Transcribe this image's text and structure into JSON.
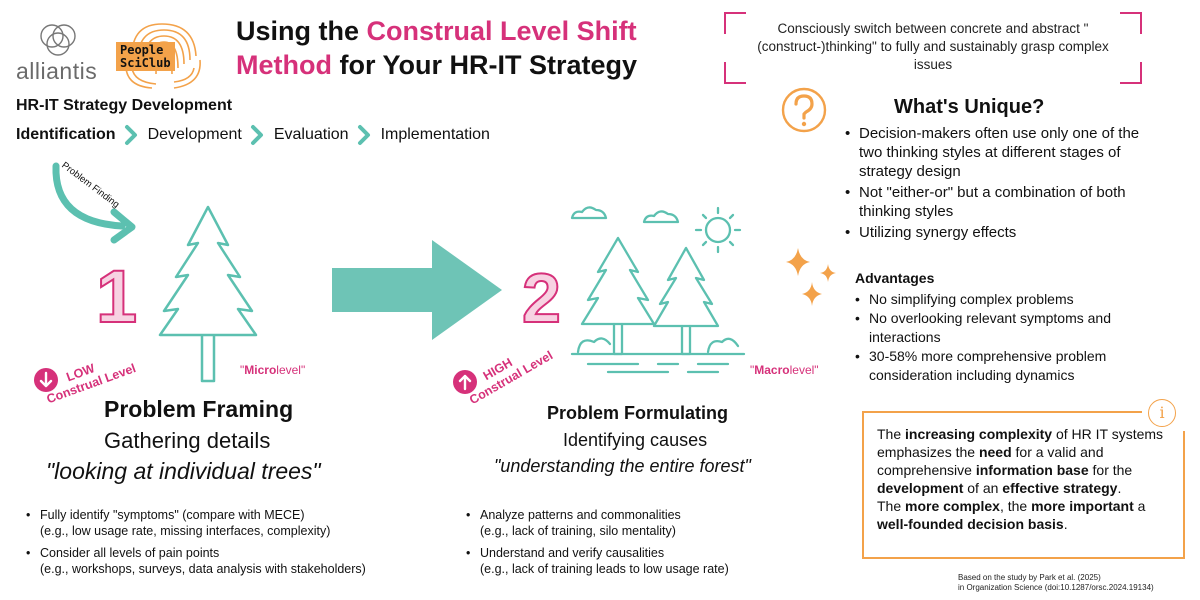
{
  "header": {
    "logo_alliantis": "alliantis",
    "logo_people_line1": "People",
    "logo_people_line2": "SciClub",
    "title_part1": "Using the ",
    "title_highlight": "Construal Level Shift Method",
    "title_part2": " for Your HR-IT Strategy",
    "quote": "Consciously switch between concrete and abstract \"(construct-)thinking\" to fully and sustainably grasp complex issues"
  },
  "process": {
    "heading": "HR-IT Strategy Development",
    "steps": [
      "Identification",
      "Development",
      "Evaluation",
      "Implementation"
    ],
    "active_step": "Identification",
    "curve_label": "Problem Finding"
  },
  "left": {
    "number": "1",
    "level_label_line1": "LOW",
    "level_label_line2": "Construal Level",
    "micro_bold": "Micro",
    "micro_rest": "level",
    "title": "Problem Framing",
    "subtitle": "Gathering details",
    "quote": "\"looking at individual trees\"",
    "bullets": [
      {
        "main": "Fully identify \"symptoms\" (compare with MECE)",
        "sub": "(e.g., low usage rate, missing interfaces, complexity)"
      },
      {
        "main": "Consider all levels of pain points",
        "sub": "(e.g., workshops, surveys, data analysis with stakeholders)"
      }
    ]
  },
  "middle": {
    "number": "2",
    "level_label_line1": "HIGH",
    "level_label_line2": "Construal Level",
    "macro_bold": "Macro",
    "macro_rest": "level",
    "title": "Problem Formulating",
    "subtitle": "Identifying causes",
    "quote": "\"understanding the entire forest\"",
    "bullets": [
      {
        "main": "Analyze patterns and commonalities",
        "sub": "(e.g., lack of training, silo mentality)"
      },
      {
        "main": "Understand and verify causalities",
        "sub": "(e.g., lack of training leads to low usage rate)"
      }
    ]
  },
  "right": {
    "unique_title": "What's Unique?",
    "unique_bullets": [
      "Decision-makers often use only one of the two thinking styles at different stages of strategy design",
      "Not \"either-or\" but a combination of both thinking styles",
      "Utilizing synergy effects"
    ],
    "advantages_heading": "Advantages",
    "advantages": [
      "No simplifying complex problems",
      "No overlooking relevant symptoms and interactions",
      "30-58% more comprehensive problem consideration including dynamics"
    ],
    "info": {
      "s1": "The ",
      "b1": "increasing complexity",
      "s2": " of HR IT systems emphasizes the ",
      "b2": "need",
      "s3": " for a valid and comprehensive ",
      "b3": "information base",
      "s4": " for the ",
      "b4": "development",
      "s5": " of an ",
      "b5": "effective strategy",
      "s6": ".",
      "s7": "The ",
      "b6": "more complex",
      "s8": ", the ",
      "b7": "more important",
      "s9": " a ",
      "b8": "well-founded decision basis",
      "s10": "."
    }
  },
  "footnote": {
    "line1": "Based on the study by Park et al. (2025)",
    "line2": "in Organization Science (doi:10.1287/orsc.2024.19134)"
  },
  "colors": {
    "pink": "#d6317a",
    "teal": "#5cc0b0",
    "orange": "#f3a24a"
  }
}
